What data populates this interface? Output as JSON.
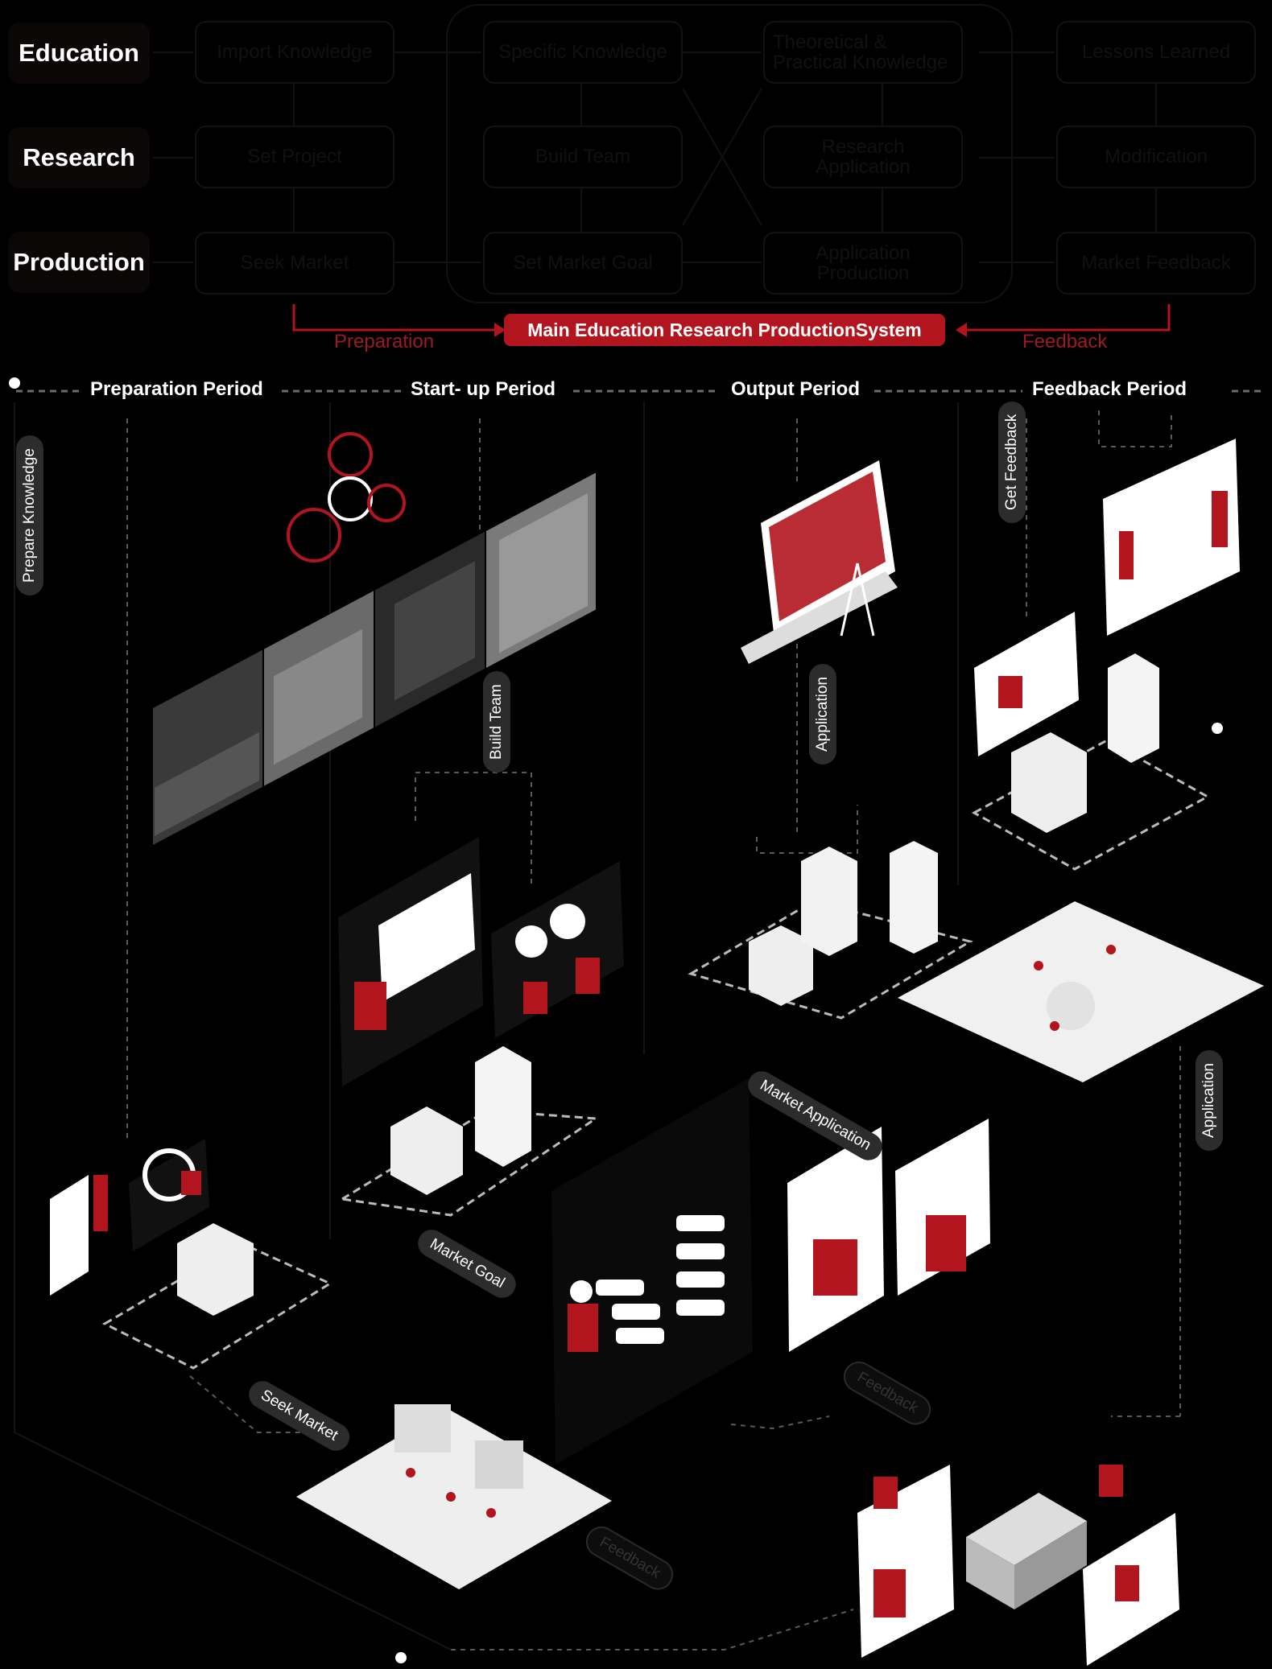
{
  "rows": {
    "education": "Education",
    "research": "Research",
    "production": "Production"
  },
  "nodes": {
    "import_knowledge": "Import Knowledge",
    "set_project": "Set Project",
    "seek_market": "Seek Market",
    "specific_knowledge": "Specific Knowledge",
    "build_team": "Build Team",
    "set_market_goal": "Set Market Goal",
    "theoretical_knowledge": "Theoretical & Practical Knowledge",
    "research_application": "Research Application",
    "application_production": "Application Production",
    "lessons_learned": "Lessons Learned",
    "modification": "Modification",
    "market_feedback": "Market Feedback"
  },
  "system": {
    "title": "Main Education Research ProductionSystem",
    "preparation": "Preparation",
    "feedback": "Feedback"
  },
  "periods": {
    "preparation": "Preparation Period",
    "startup": "Start- up Period",
    "output": "Output Period",
    "feedback": "Feedback Period"
  },
  "tags": {
    "prepare_knowledge": "Prepare Knowledge",
    "build_team": "Build Team",
    "application1": "Application",
    "get_feedback": "Get Feedback",
    "market_application": "Market Application",
    "market_goal": "Market Goal",
    "application2": "Application",
    "feedback1": "Feedback",
    "seek_market": "Seek Market",
    "feedback2": "Feedback"
  },
  "colors": {
    "accent": "#b3151e",
    "background": "#000000",
    "muted": "#6b6b6b"
  }
}
